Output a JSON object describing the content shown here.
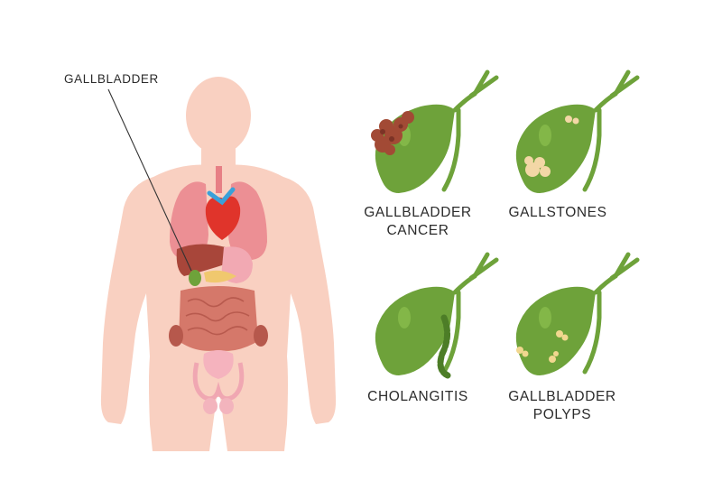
{
  "main_label": "GALLBLADDER",
  "conditions": [
    {
      "line1": "GALLBLADDER",
      "line2": "CANCER"
    },
    {
      "line1": "GALLSTONES",
      "line2": ""
    },
    {
      "line1": "CHOLANGITIS",
      "line2": ""
    },
    {
      "line1": "GALLBLADDER",
      "line2": "POLYPS"
    }
  ],
  "colors": {
    "skin": "#f9d0c1",
    "gallbladder": "#6ea23a",
    "gallbladder_dark": "#4d7d27",
    "tumor": "#a24a35",
    "stone": "#f3d7a6",
    "polyp": "#f1d78f"
  }
}
